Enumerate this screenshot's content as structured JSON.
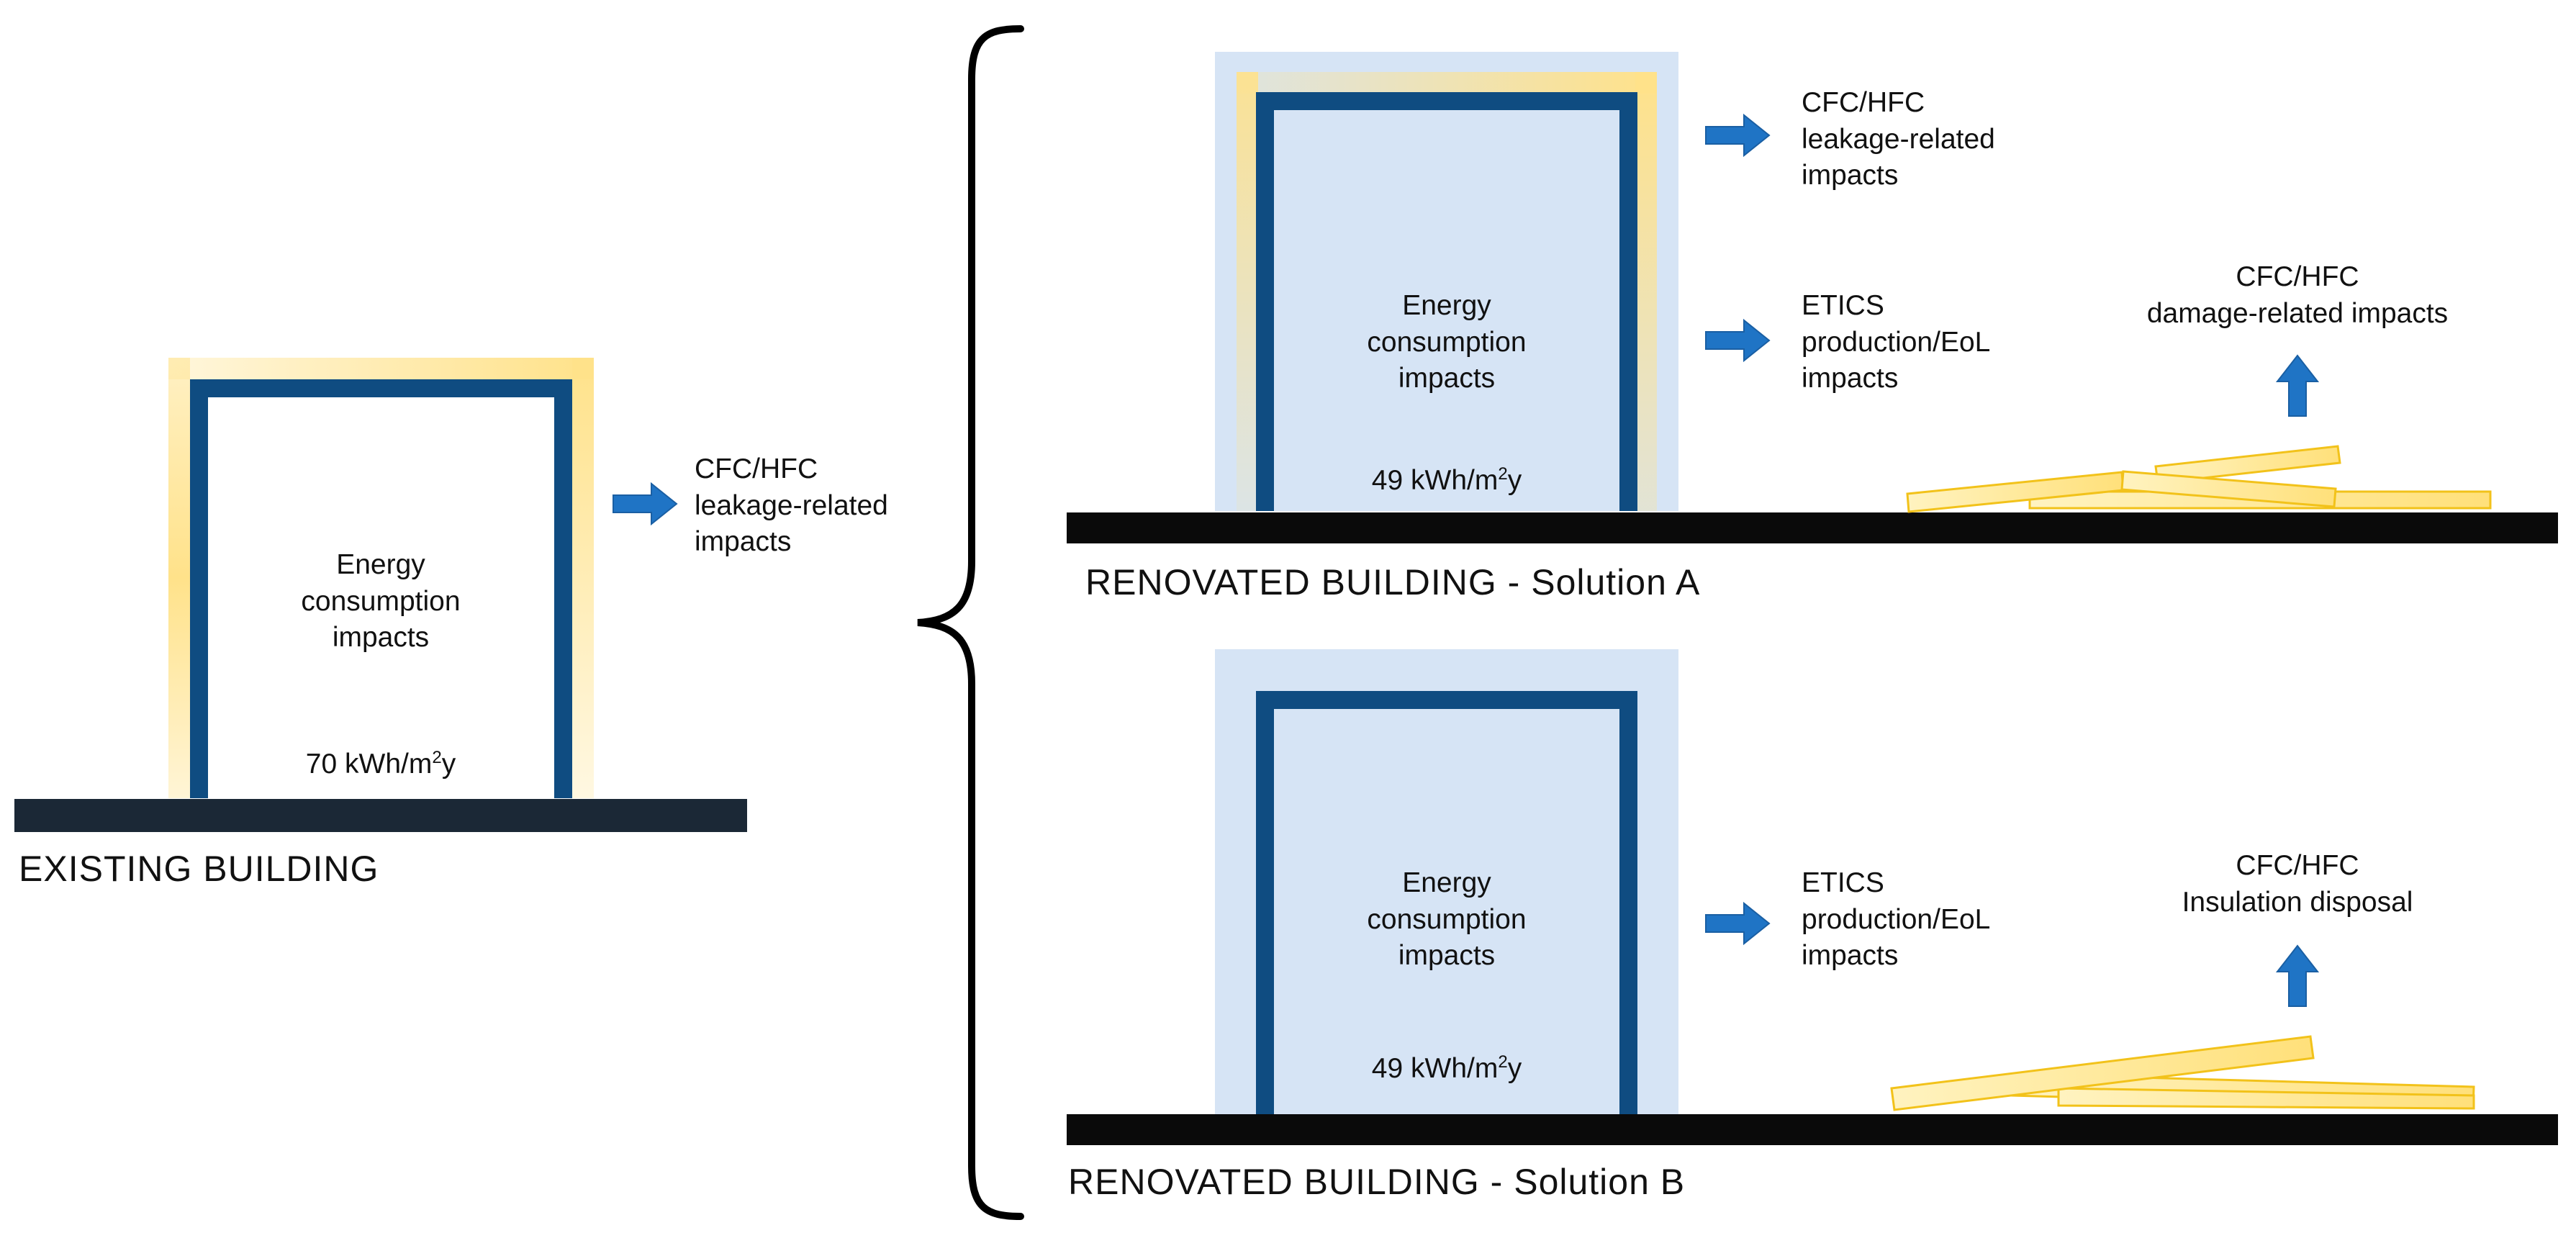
{
  "colors": {
    "wall": "#0f4c81",
    "insulation_existing": "#ffe28a",
    "etics": "#d6e4f5",
    "ground": "#0a0a0a",
    "ground_existing": "#1b2836",
    "arrow": "#1f74c5",
    "insulation_board_fill": "#fff0b0",
    "insulation_board_stroke": "#f2c21a"
  },
  "existing": {
    "caption": "EXISTING BUILDING",
    "energy_lines": [
      "Energy",
      "consumption",
      "impacts"
    ],
    "consumption_value": "70 kWh/m",
    "consumption_sup": "2",
    "consumption_tail": "y",
    "leakage_lines": [
      "CFC/HFC",
      "leakage-related",
      "impacts"
    ]
  },
  "solution_a": {
    "caption": "RENOVATED BUILDING - Solution A",
    "energy_lines": [
      "Energy",
      "consumption",
      "impacts"
    ],
    "consumption_value": "49 kWh/m",
    "consumption_sup": "2",
    "consumption_tail": "y",
    "leakage_lines": [
      "CFC/HFC",
      "leakage-related",
      "impacts"
    ],
    "etics_lines": [
      "ETICS",
      "production/EoL",
      "impacts"
    ],
    "damage_lines": [
      "CFC/HFC",
      "damage-related impacts"
    ]
  },
  "solution_b": {
    "caption": "RENOVATED BUILDING - Solution B",
    "energy_lines": [
      "Energy",
      "consumption",
      "impacts"
    ],
    "consumption_value": "49 kWh/m",
    "consumption_sup": "2",
    "consumption_tail": "y",
    "etics_lines": [
      "ETICS",
      "production/EoL",
      "impacts"
    ],
    "disposal_lines": [
      "CFC/HFC",
      "Insulation disposal"
    ]
  },
  "icons": {
    "impact_arrow": "right-arrow-icon",
    "release_arrow": "up-arrow-icon",
    "brace": "left-curly-brace-icon"
  }
}
